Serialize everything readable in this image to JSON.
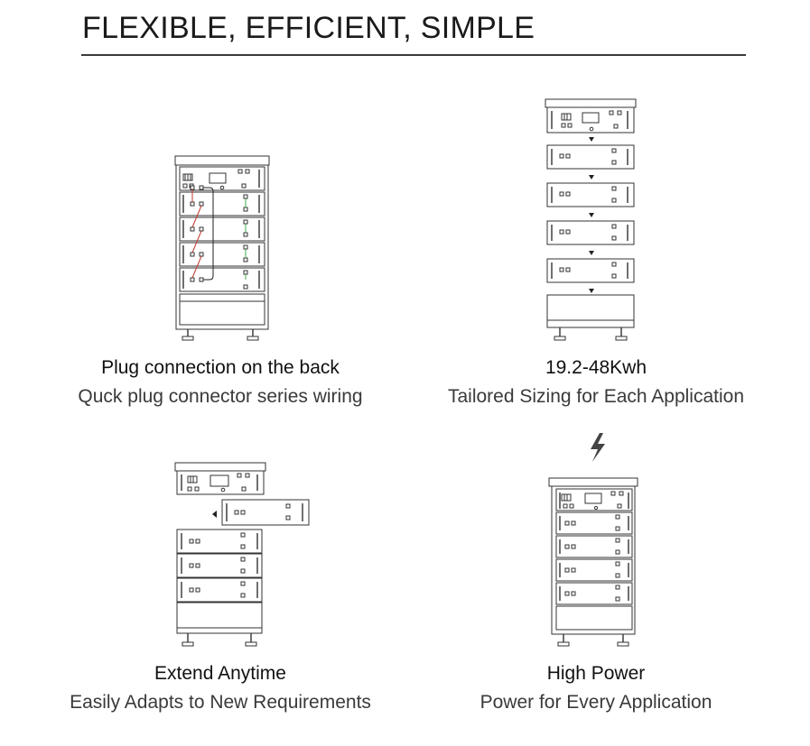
{
  "header": {
    "title": "FLEXIBLE, EFFICIENT, SIMPLE"
  },
  "features": [
    {
      "title": "Plug connection on the back",
      "subtitle": "Quck plug connector series wiring",
      "icon": "battery-rack-back-icon"
    },
    {
      "title": "19.2-48Kwh",
      "subtitle": "Tailored Sizing for Each Application",
      "icon": "stacked-modules-icon"
    },
    {
      "title": "Extend Anytime",
      "subtitle": "Easily Adapts to New Requirements",
      "icon": "insert-module-icon"
    },
    {
      "title": "High Power",
      "subtitle": "Power for Every Application",
      "icon": "lightning-rack-icon"
    }
  ],
  "colors": {
    "line": "#333333",
    "accent_red": "#c0392b",
    "accent_green": "#3fae49",
    "text": "#1a1a1a"
  }
}
